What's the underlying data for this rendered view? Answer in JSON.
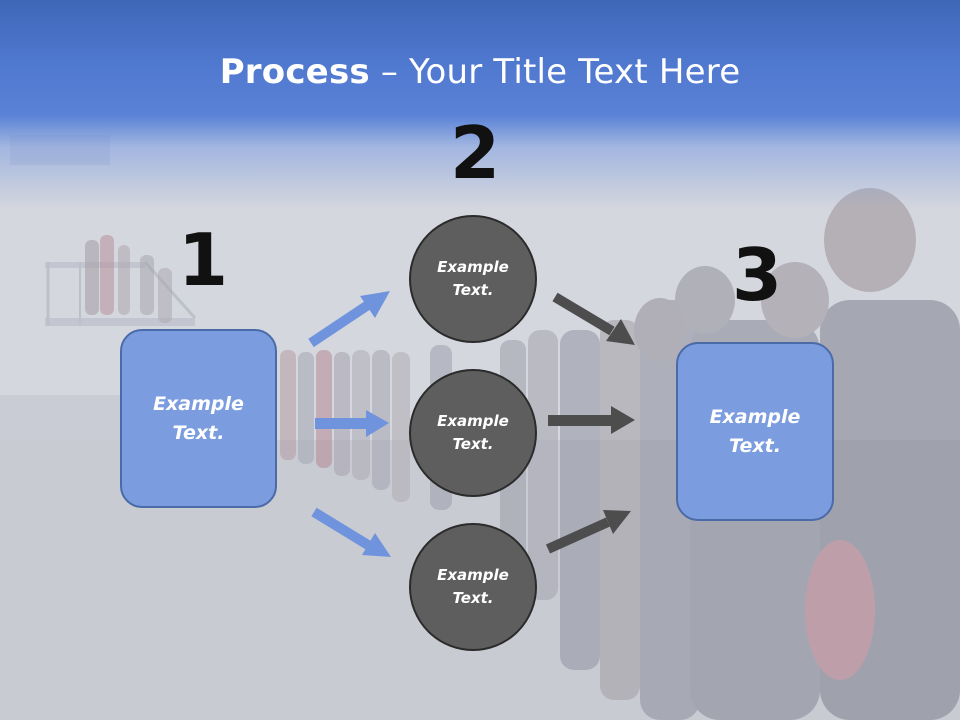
{
  "header": {
    "title_bold": "Process",
    "title_rest": " – Your Title Text Here"
  },
  "steps": [
    {
      "number": "1",
      "text_line1": "Example",
      "text_line2": "Text."
    },
    {
      "number": "2"
    },
    {
      "number": "3",
      "text_line1": "Example",
      "text_line2": "Text."
    }
  ],
  "circles": [
    {
      "text_line1": "Example",
      "text_line2": "Text."
    },
    {
      "text_line1": "Example",
      "text_line2": "Text."
    },
    {
      "text_line1": "Example",
      "text_line2": "Text."
    }
  ],
  "colors": {
    "banner_blue": "#4f78cf",
    "box_fill": "#7b9de0",
    "box_border": "#4a6aa8",
    "circle_fill": "#5e5e5e",
    "arrow_in": "#6f93dc",
    "arrow_out": "#4d4d4d"
  }
}
